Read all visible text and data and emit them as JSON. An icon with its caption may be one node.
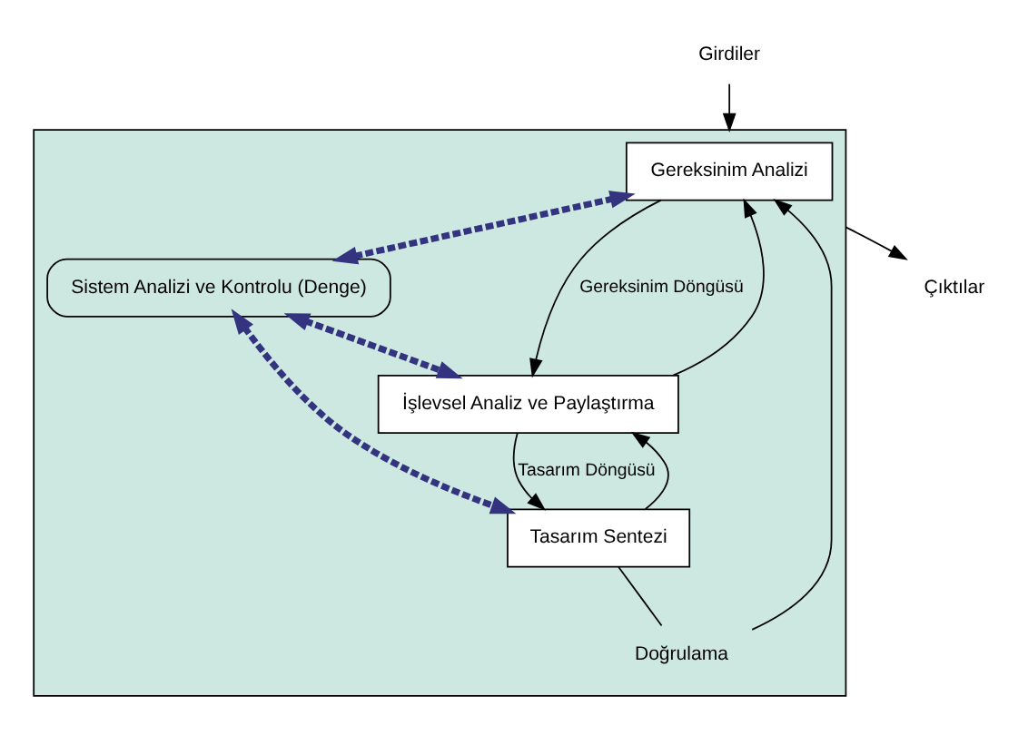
{
  "diagram": {
    "nodes": [
      {
        "text": [],
        "shape": "box"
      },
      {
        "text": [
          "Gereksinim Analizi"
        ],
        "in": 0
      },
      {
        "text": [
          "Sistem Analizi ve Kontrolu (Denge)"
        ],
        "in": 0
      },
      {
        "text": [
          "İşlevsel Analiz ve Paylaştırma"
        ],
        "in": 0
      },
      {
        "text": [
          "Tasarım Sentezi"
        ],
        "in": 0
      },
      {
        "text": [
          "Doğrulama"
        ],
        "in": 0
      },
      {
        "text": [
          "Girdiler"
        ]
      },
      {
        "text": [
          "Çıktılar"
        ]
      }
    ],
    "edges": [
      {
        "from": 6,
        "to": 0,
        "arrow": "to"
      },
      {
        "from": 0,
        "to": 7,
        "arrow": "to"
      },
      {
        "from": 1,
        "to": 2,
        "arrow": "both",
        "style": "dashed",
        "color": "#333380"
      },
      {
        "from": 1,
        "to": 3,
        "arrow": "to",
        "label": "Gereksinim Döngüsü"
      },
      {
        "from": 3,
        "to": 1,
        "arrow": "to"
      },
      {
        "from": 2,
        "to": 3,
        "arrow": "both",
        "style": "dashed",
        "color": "#333380"
      },
      {
        "from": 3,
        "to": 4,
        "arrow": "to",
        "label": "Tasarım Döngüsü"
      },
      {
        "from": 4,
        "to": 3,
        "arrow": "to"
      },
      {
        "from": 2,
        "to": 4,
        "arrow": "both",
        "style": "dashed",
        "color": "#333380"
      },
      {
        "from": 4,
        "to": 5,
        "arrow": "none"
      },
      {
        "from": 5,
        "to": 1,
        "arrow": "to"
      }
    ]
  }
}
